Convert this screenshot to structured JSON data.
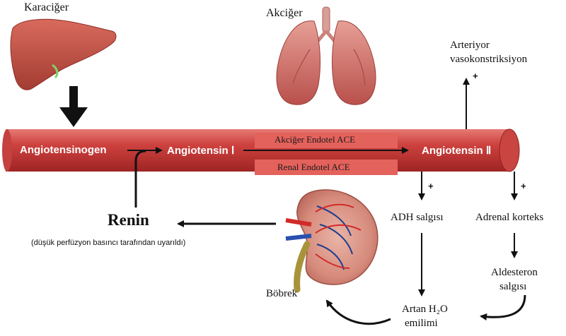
{
  "labels": {
    "liver": "Karaciğer",
    "lung": "Akciğer",
    "vasoconstriction_1": "Arteriyor",
    "vasoconstriction_2": "vasokonstriksiyon",
    "angiotensinogen": "Angiotensinogen",
    "angiotensin1": "Angiotensin Ⅰ",
    "angiotensin2": "Angiotensin Ⅱ",
    "ace_lung": "Akciğer Endotel ACE",
    "ace_renal": "Renal Endotel ACE",
    "renin": "Renin",
    "renin_note": "(düşük perfüzyon basıncı tarafından uyarıldı)",
    "adh": "ADH salgısı",
    "adrenal": "Adrenal korteks",
    "aldosterone_1": "Aldesteron",
    "aldosterone_2": "salgısı",
    "water_1": "Artan H₂O",
    "water_2": "emilimi",
    "kidney": "Böbrek",
    "plus": "+"
  },
  "colors": {
    "tube": "#d24a4a",
    "tube_dark": "#a52828",
    "ace_box": "#e0605a",
    "organ": "#c0504d",
    "arrow": "#111111"
  }
}
